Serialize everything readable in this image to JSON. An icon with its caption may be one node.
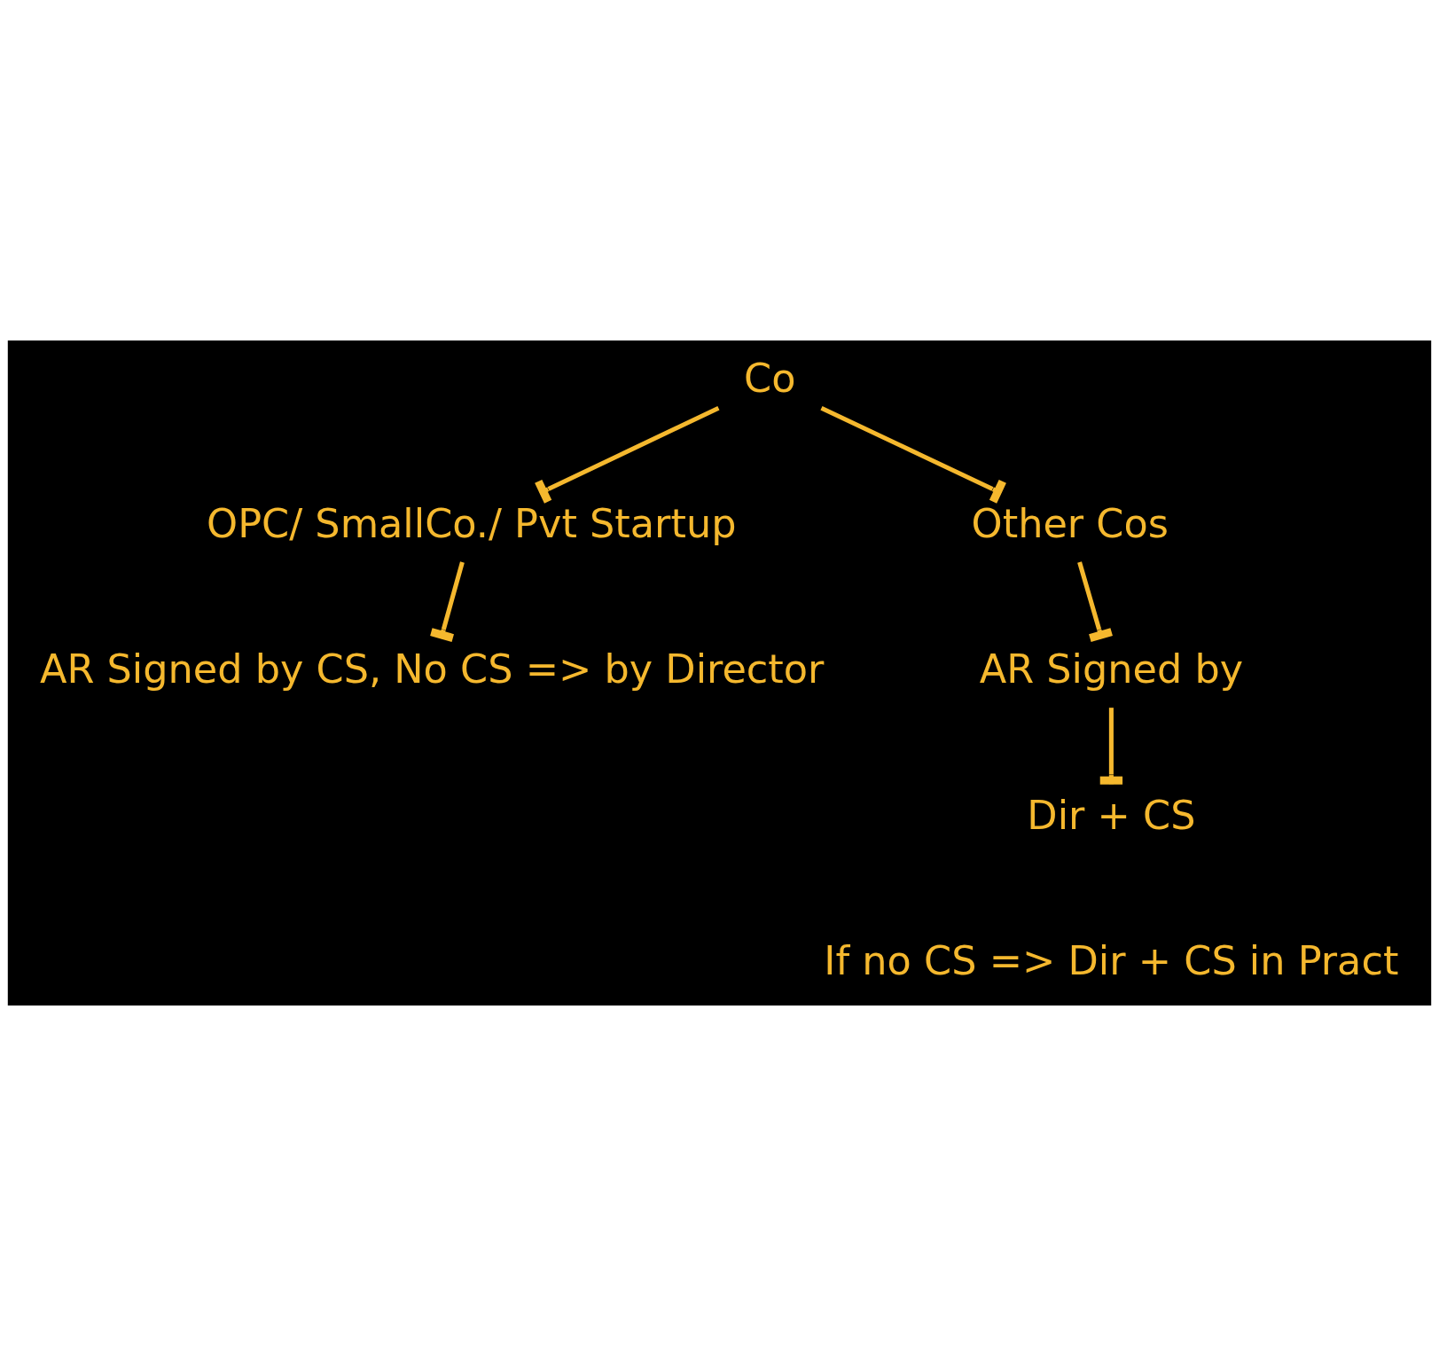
{
  "diagram": {
    "nodes": [
      {
        "text": [
          "Co"
        ]
      },
      {
        "text": [
          "OPC/ SmallCo./ Pvt Startup"
        ]
      },
      {
        "text": [
          "Other Cos"
        ]
      },
      {
        "text": [
          "AR Signed by CS, No CS => by Director"
        ]
      },
      {
        "text": [
          "AR Signed by"
        ]
      },
      {
        "text": [
          "Dir + CS"
        ]
      },
      {
        "text": [
          "If no CS => Dir + CS in Pract"
        ]
      }
    ],
    "edges": [
      {
        "from": 0,
        "to": 1,
        "arrow": "other"
      },
      {
        "from": 0,
        "to": 2,
        "arrow": "other"
      },
      {
        "from": 1,
        "to": 3,
        "arrow": "other"
      },
      {
        "from": 2,
        "to": 4,
        "arrow": "other"
      },
      {
        "from": 4,
        "to": 5,
        "arrow": "other"
      }
    ]
  }
}
